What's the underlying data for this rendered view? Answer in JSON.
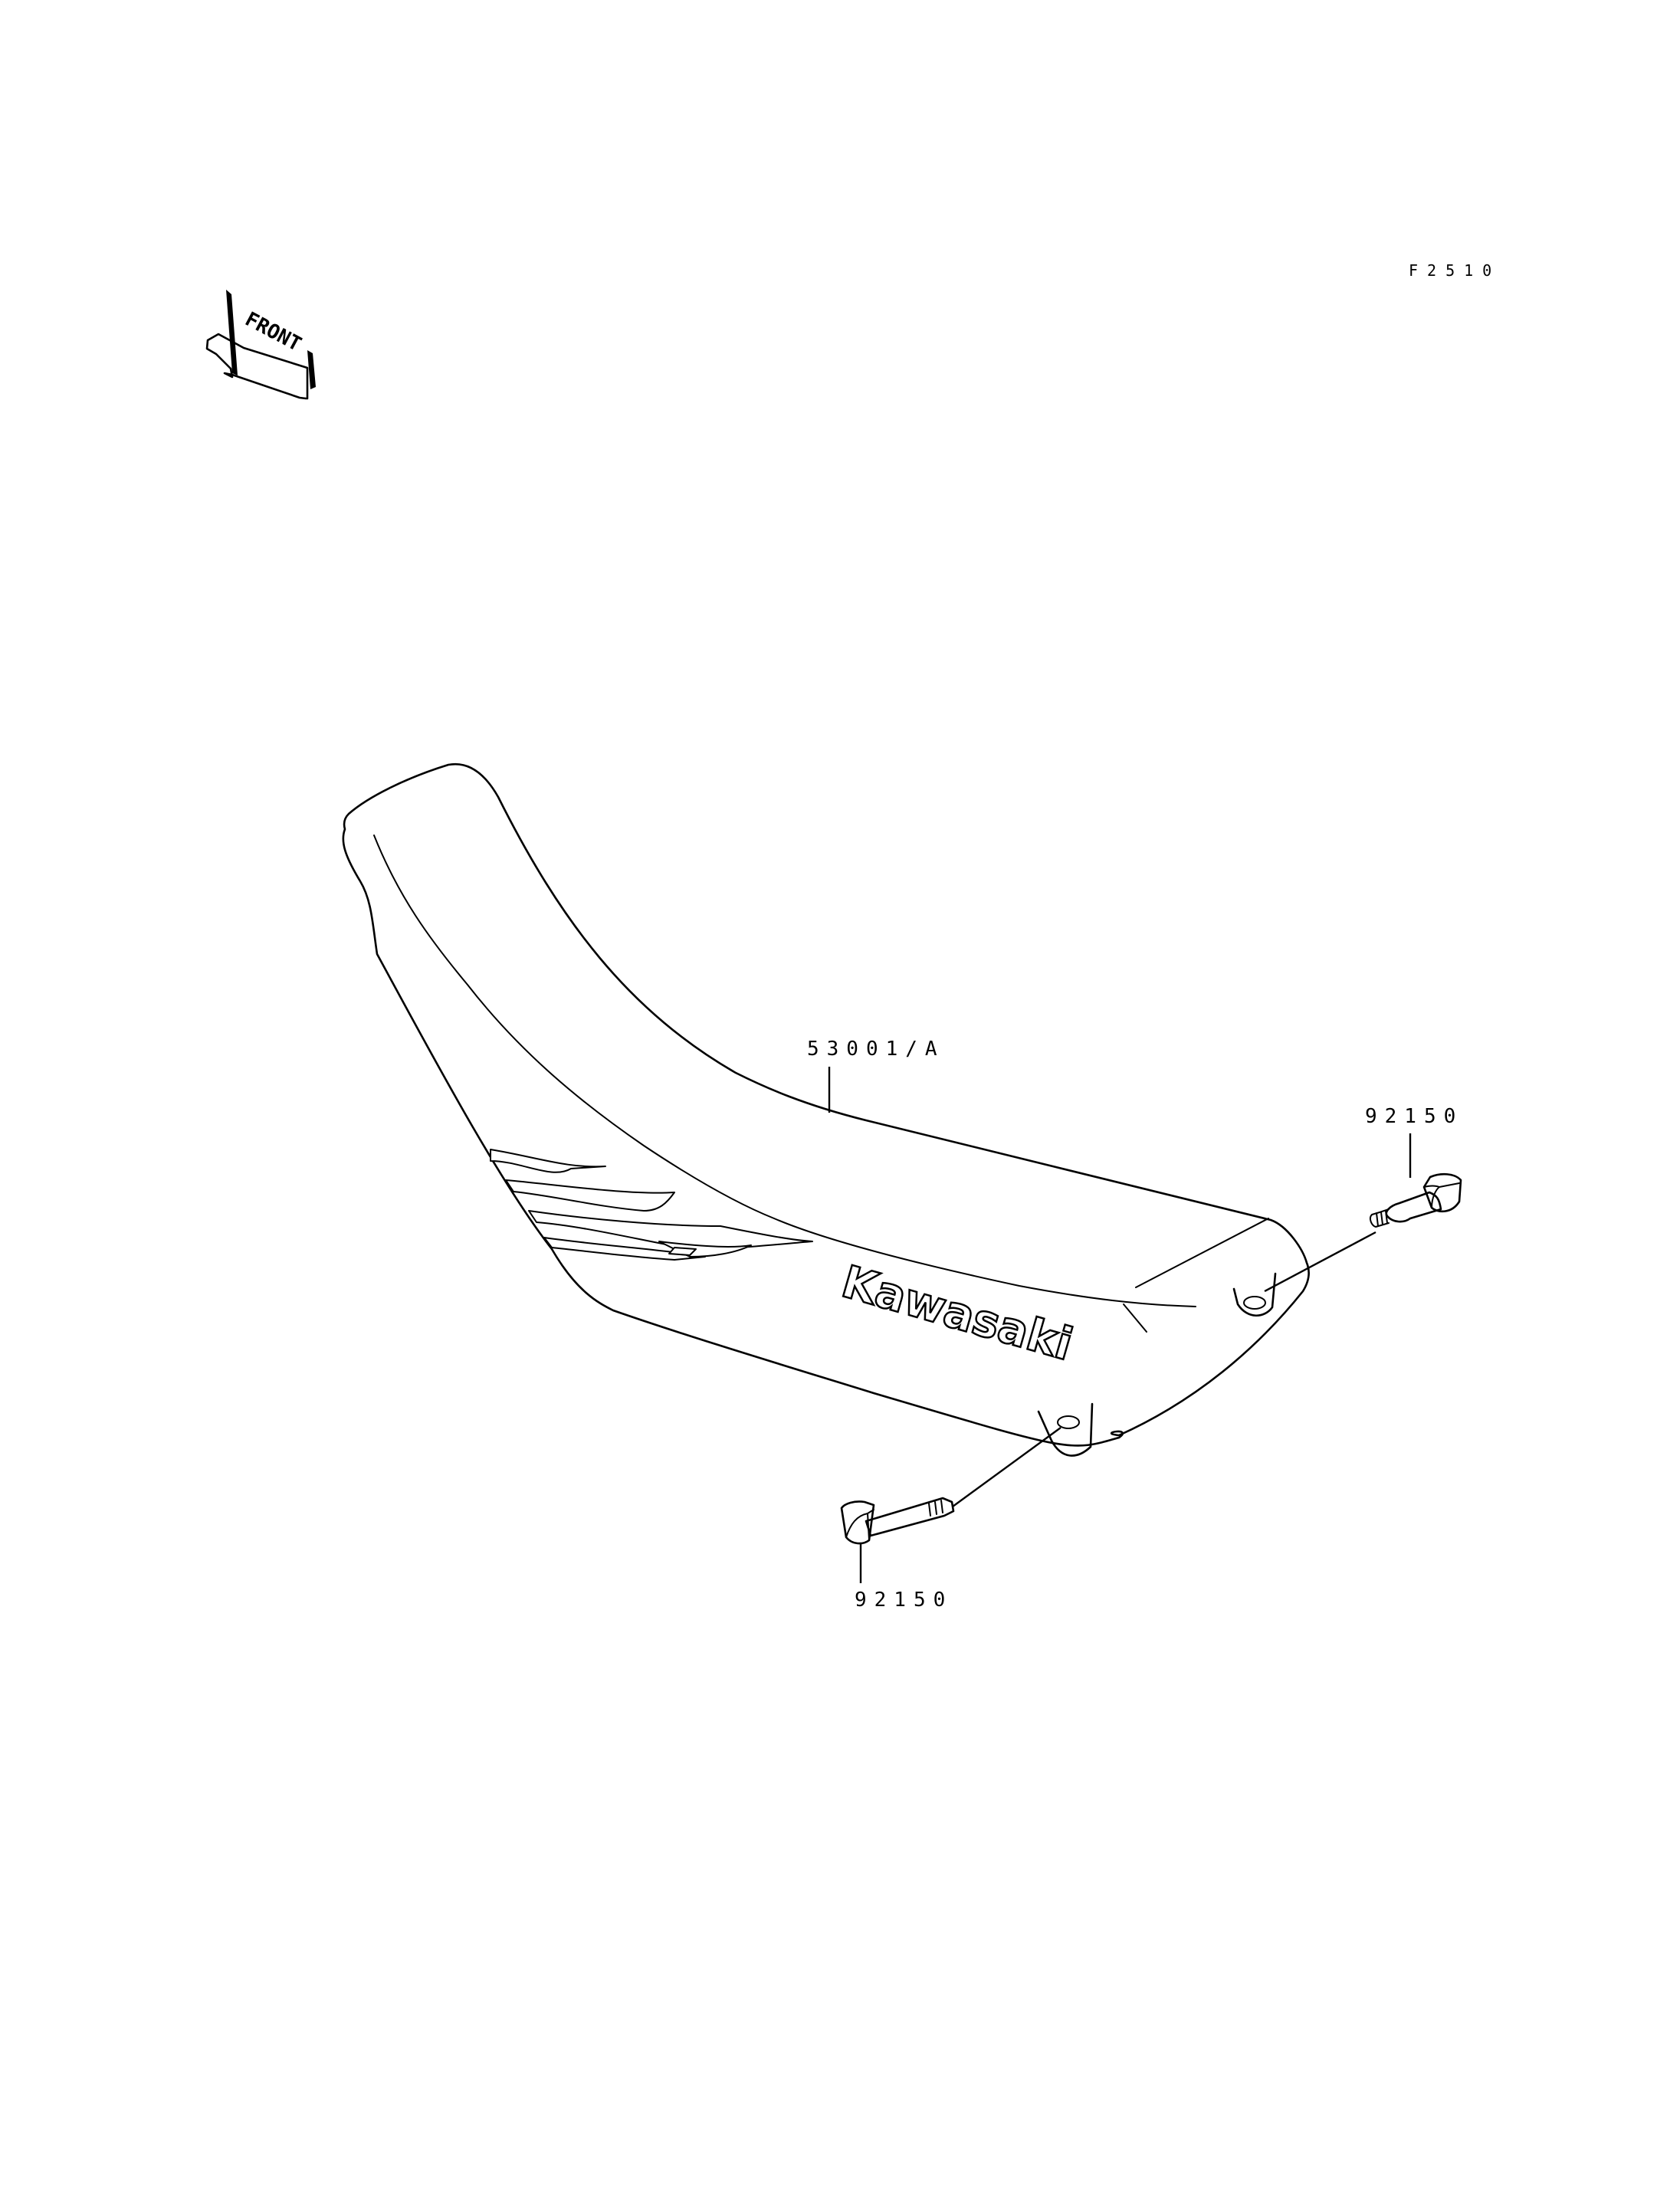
{
  "figure_number": "F2510",
  "front_indicator": {
    "label": "FRONT",
    "icon": "front-arrow-icon"
  },
  "parts": {
    "seat": {
      "part_number": "53001/A",
      "name": "seat"
    },
    "bolt_right": {
      "part_number": "92150",
      "name": "bolt"
    },
    "bolt_bottom": {
      "part_number": "92150",
      "name": "bolt"
    }
  },
  "seat_cover": {
    "brand_text": "Kawasaki"
  },
  "colors": {
    "line": "#000000",
    "background": "#ffffff"
  }
}
